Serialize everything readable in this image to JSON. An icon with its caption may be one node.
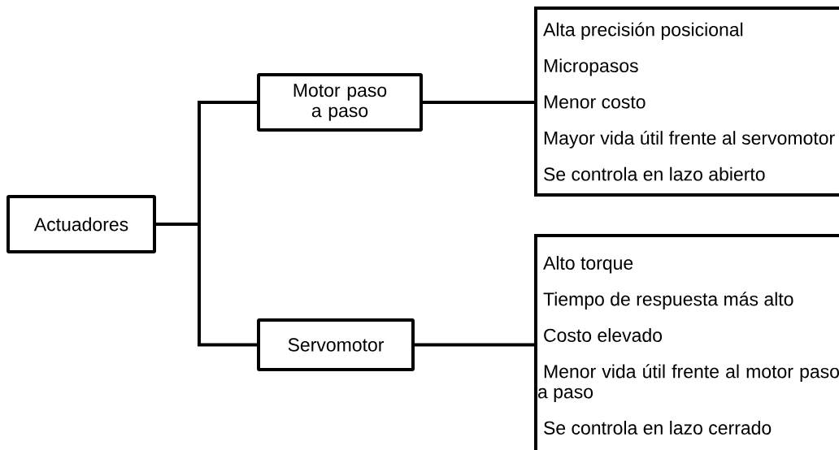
{
  "diagram": {
    "nodes": [
      {
        "text": [
          "Actuadores"
        ]
      },
      {
        "text": [
          "Motor paso a paso"
        ]
      },
      {
        "text": [
          "Servomotor"
        ]
      },
      {
        "text": [
          "Alta precisión posicional",
          "Micropasos",
          "Menor costo",
          "Mayor vida útil frente al servomotor",
          "Se controla en lazo abierto"
        ]
      },
      {
        "text": [
          "Alto torque",
          "Tiempo de respuesta más alto",
          "Costo elevado",
          "Menor vida útil frente al motor paso a paso",
          "Se controla en lazo cerrado"
        ]
      }
    ],
    "edges": [
      {
        "from": 0,
        "to": 1,
        "arrow": "none"
      },
      {
        "from": 0,
        "to": 2,
        "arrow": "none"
      },
      {
        "from": 1,
        "to": 3,
        "arrow": "none"
      },
      {
        "from": 2,
        "to": 4,
        "arrow": "none"
      }
    ]
  }
}
